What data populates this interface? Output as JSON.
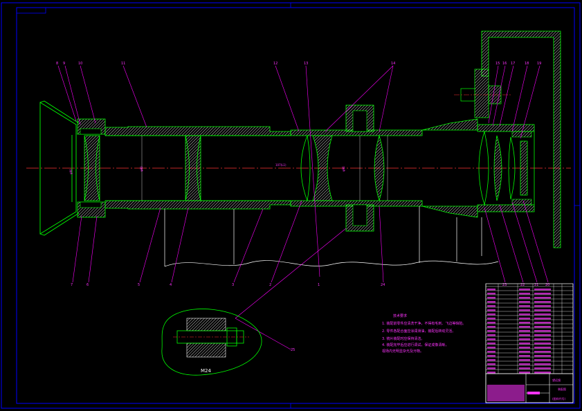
{
  "colors": {
    "background": "#000000",
    "border": "#0000ff",
    "outline": "#00ff00",
    "hatch": "#ffffff",
    "leader": "#ff00ff",
    "centerline": "#ff0000",
    "label": "#ff33ff",
    "detail_text": "#ffffff"
  },
  "part_labels": [
    "8",
    "9",
    "10",
    "11",
    "12",
    "13",
    "14",
    "15",
    "16",
    "17",
    "18",
    "19",
    "7",
    "6",
    "5",
    "4",
    "3",
    "2",
    "1",
    "24",
    "23",
    "22",
    "21",
    "20",
    "25"
  ],
  "detail_label": "M24",
  "dimension_labels": [
    "φ90",
    "φ80",
    "φ96",
    "107(L1)"
  ],
  "notes": {
    "title": "技术要求",
    "lines": [
      "1. 装配前零件应清洗干净，不得有毛刺、飞边等缺陷。",
      "2. 零件各配合面应涂润滑油，装配后转动灵活。",
      "3. 镜片装配时应保持清洁。",
      "4. 装配完毕后应进行调试，保证成像清晰，",
      "   视场内无明显杂光及污物。"
    ]
  },
  "title_block": {
    "name": "望远镜",
    "scale": "装配图",
    "label": "(图样代号)"
  }
}
